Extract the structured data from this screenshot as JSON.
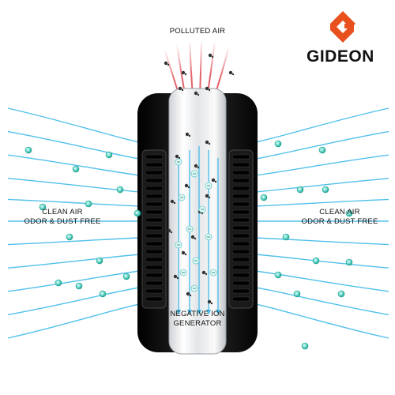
{
  "labels": {
    "polluted_air": "POLLUTED AIR",
    "clean_air_left": [
      "CLEAN AIR",
      "ODOR & DUST FREE"
    ],
    "clean_air_right": [
      "CLEAN AIR",
      "ODOR & DUST FREE"
    ],
    "generator": [
      "NEGATIVE ION",
      "GENERATOR"
    ]
  },
  "brand": {
    "name": "GIDEON",
    "color": "#e8501e"
  },
  "colors": {
    "polluted_flow": "#e0505a",
    "clean_flow": "#33b6e8",
    "ion": "#2fb7a8",
    "device_body": "#111111"
  },
  "icons": [
    "gideon-logo-icon",
    "dust-particle-icon",
    "negative-ion-icon"
  ]
}
